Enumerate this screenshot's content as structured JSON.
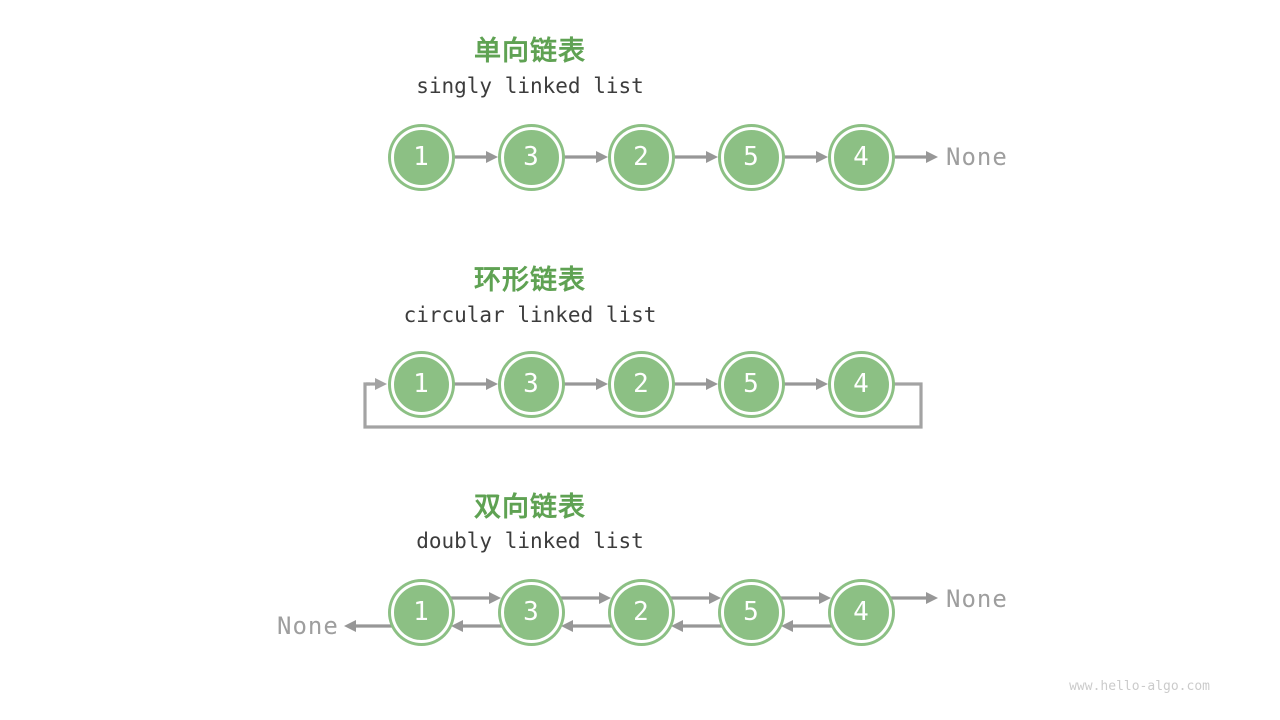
{
  "watermark": "www.hello-algo.com",
  "colors": {
    "node_green": "#8cc084",
    "title_green": "#5fa253",
    "arrow_gray": "#979797",
    "loop_gray": "#a3a3a3",
    "none_gray": "#9e9e9e",
    "subtitle_dark": "#3c3c3c",
    "watermark_gray": "#cbcbcb"
  },
  "sections": [
    {
      "type": "singly",
      "title": "单向链表",
      "subtitle": "singly linked list",
      "values": [
        "1",
        "3",
        "2",
        "5",
        "4"
      ],
      "tail_label": "None"
    },
    {
      "type": "circular",
      "title": "环形链表",
      "subtitle": "circular linked list",
      "values": [
        "1",
        "3",
        "2",
        "5",
        "4"
      ]
    },
    {
      "type": "doubly",
      "title": "双向链表",
      "subtitle": "doubly linked list",
      "values": [
        "1",
        "3",
        "2",
        "5",
        "4"
      ],
      "tail_label": "None",
      "head_label": "None"
    }
  ]
}
